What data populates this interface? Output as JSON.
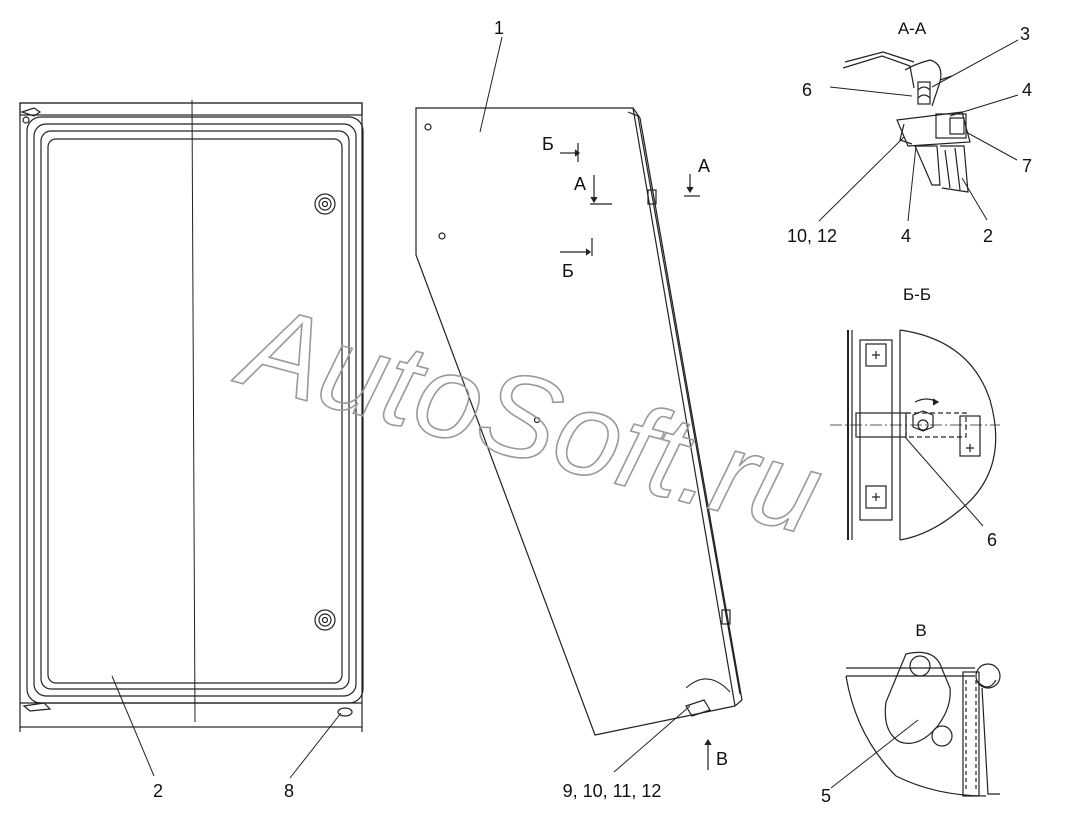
{
  "watermark": "AutoSoft.ru",
  "sections": {
    "aa": "А-А",
    "bb": "Б-Б",
    "v": "В"
  },
  "cut_marks": {
    "b": "Б",
    "a": "А",
    "v": "В"
  },
  "callouts": {
    "c1": "1",
    "c2_left": "2",
    "c8": "8",
    "c9_12": "9, 10, 11, 12",
    "c3": "3",
    "c6_aa": "6",
    "c4_top": "4",
    "c7": "7",
    "c10_12": "10, 12",
    "c4_bottom": "4",
    "c2_aa": "2",
    "c6_bb": "6",
    "c5": "5"
  }
}
